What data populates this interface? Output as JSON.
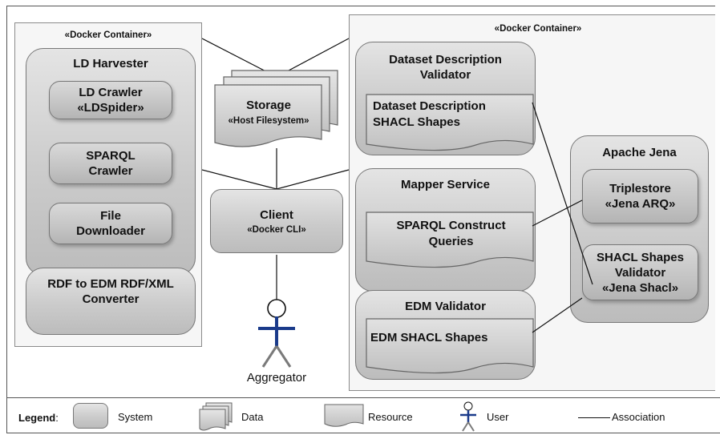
{
  "left_container": {
    "stereotype": "«Docker Container»",
    "ld_harvester": {
      "title": "LD Harvester",
      "crawler_line1": "LD Crawler",
      "crawler_line2": "«LDSpider»",
      "sparql_line1": "SPARQL",
      "sparql_line2": "Crawler",
      "file_line1": "File",
      "file_line2": "Downloader"
    },
    "converter_line1": "RDF to EDM RDF/XML",
    "converter_line2": "Converter"
  },
  "storage": {
    "title": "Storage",
    "stereotype": "«Host Filesystem»"
  },
  "client": {
    "title": "Client",
    "stereotype": "«Docker CLI»"
  },
  "actor": {
    "name": "Aggregator"
  },
  "right_container": {
    "stereotype": "«Docker Container»",
    "dataset_validator": {
      "title_line1": "Dataset Description",
      "title_line2": "Validator",
      "shapes_line1": "Dataset Description",
      "shapes_line2": "SHACL Shapes"
    },
    "mapper": {
      "title": "Mapper Service",
      "queries_line1": "SPARQL Construct",
      "queries_line2": "Queries"
    },
    "edm_validator": {
      "title": "EDM Validator",
      "shapes": "EDM SHACL Shapes"
    },
    "jena": {
      "title": "Apache Jena",
      "triplestore_line1": "Triplestore",
      "triplestore_line2": "«Jena ARQ»",
      "shacl_line1": "SHACL Shapes",
      "shacl_line2": "Validator",
      "shacl_line3": "«Jena Shacl»"
    }
  },
  "legend": {
    "title": "Legend",
    "colon": ":",
    "system": "System",
    "data": "Data",
    "resource": "Resource",
    "user": "User",
    "association": "Association"
  }
}
